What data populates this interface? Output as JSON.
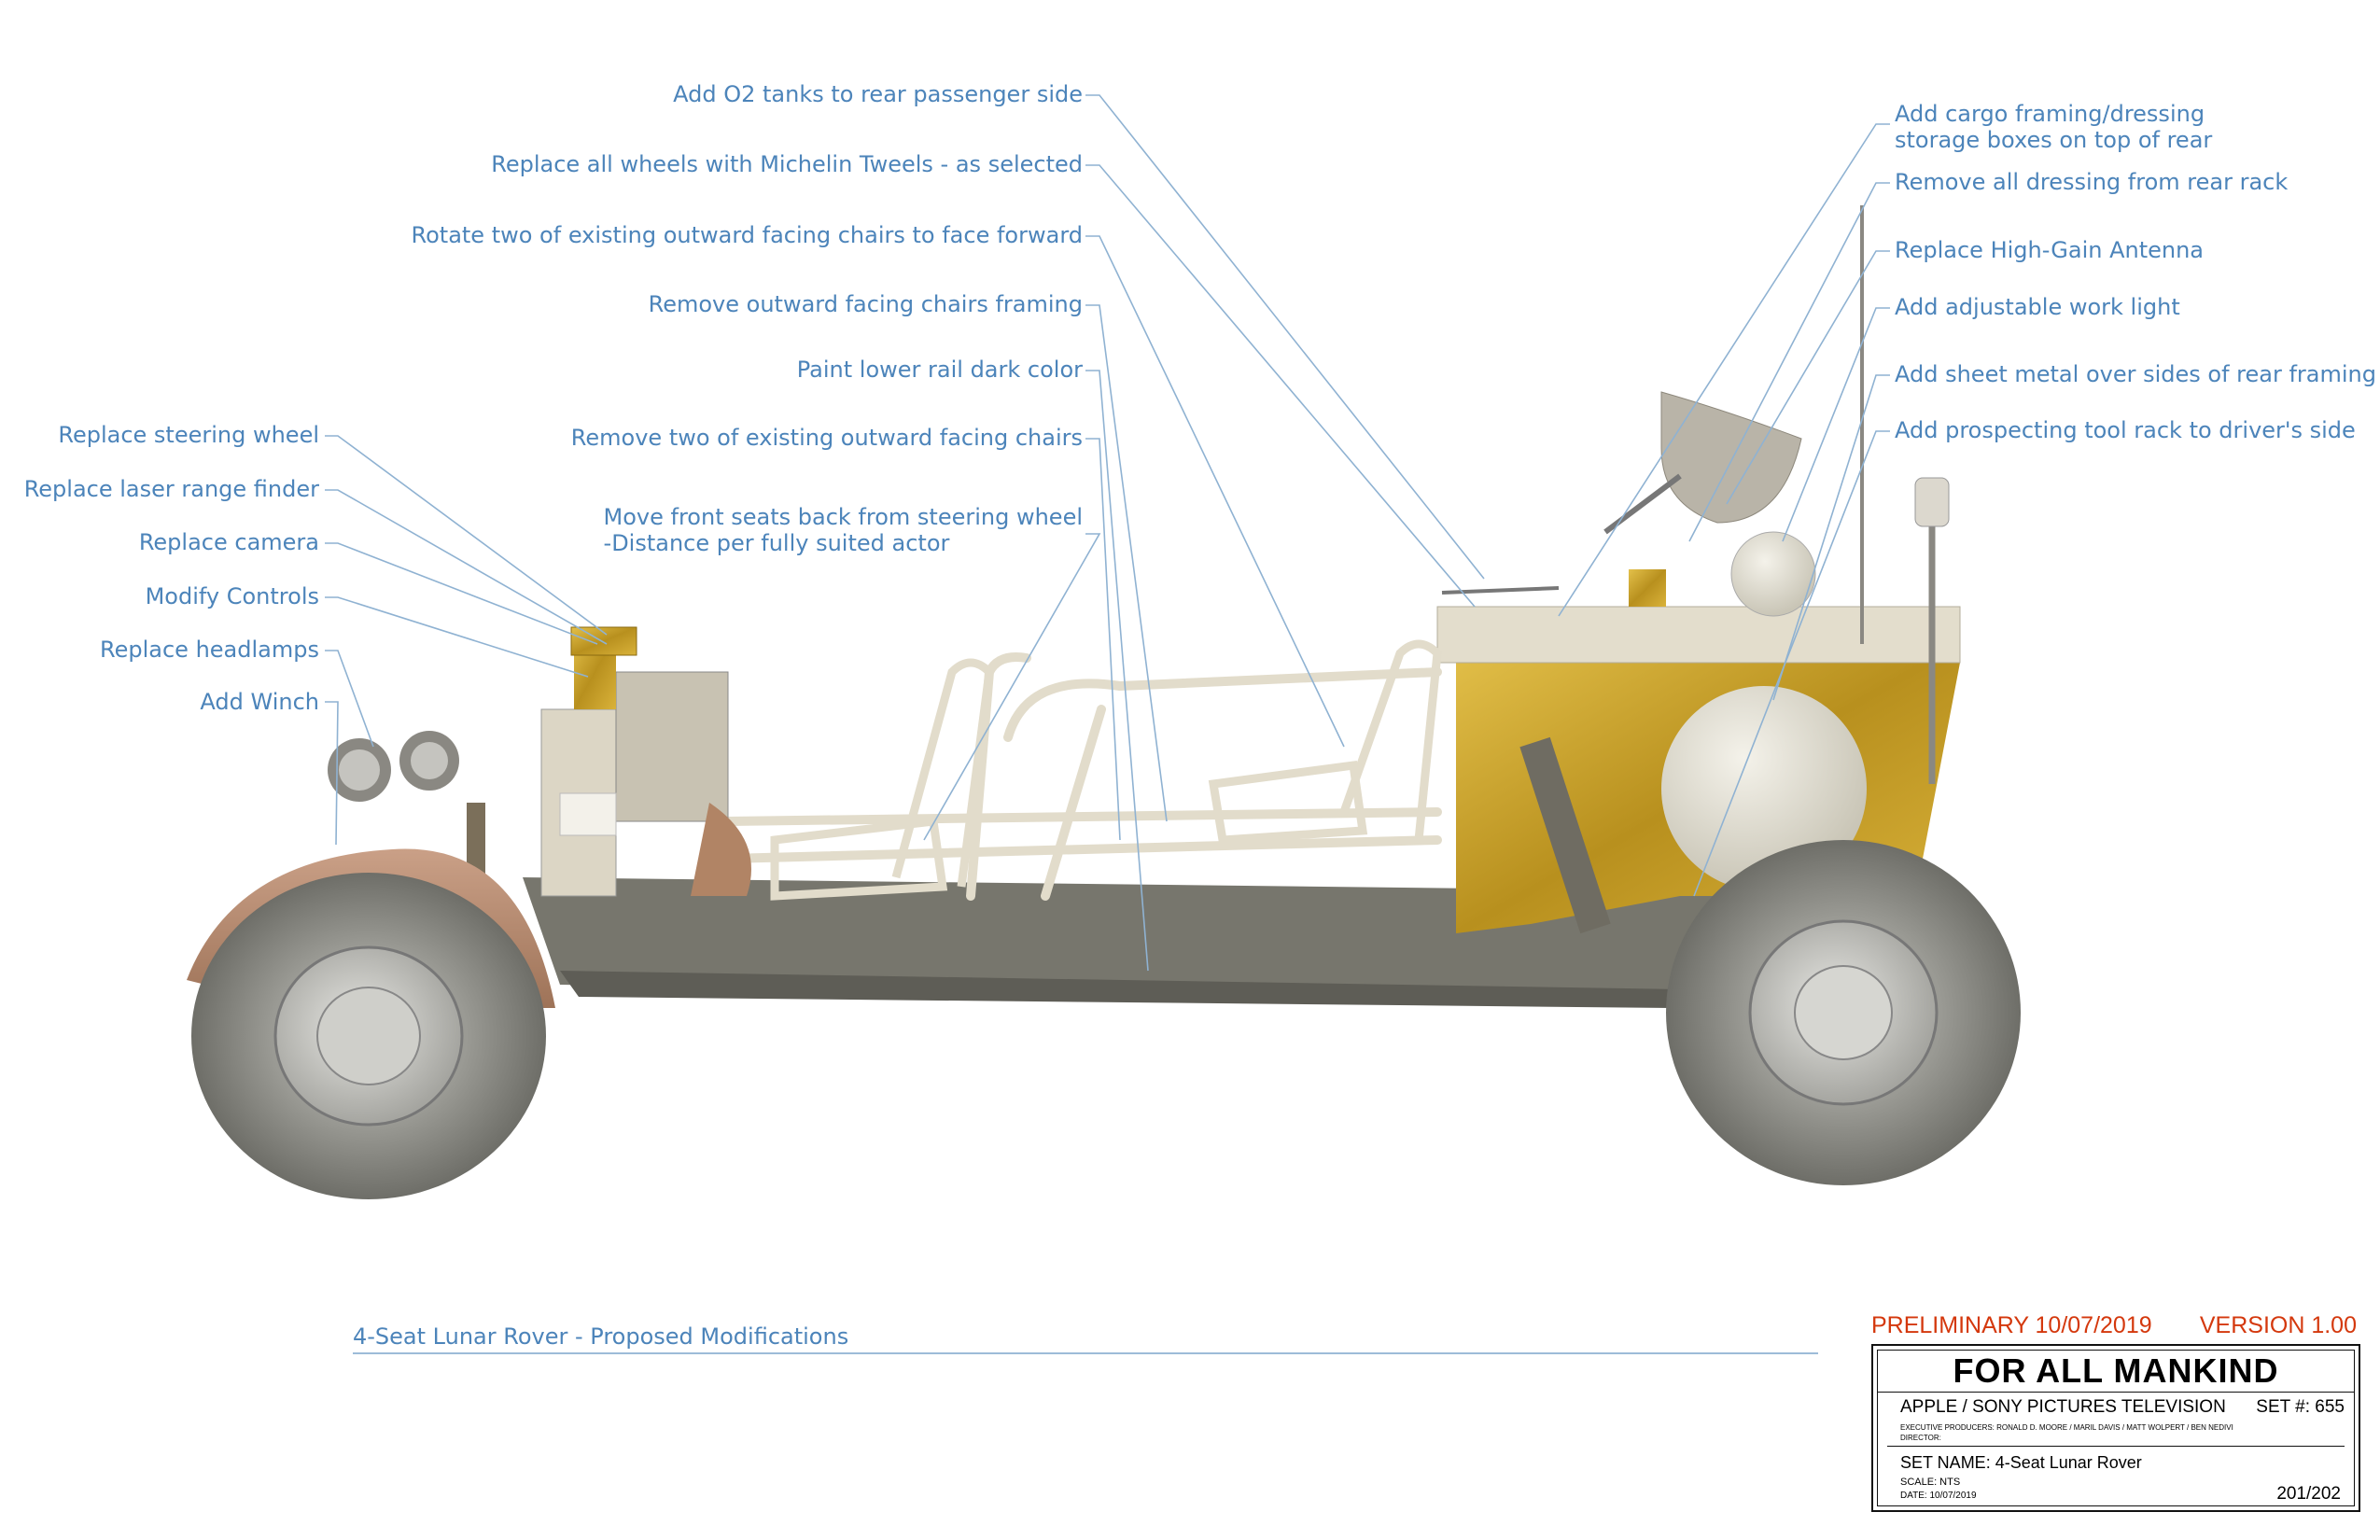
{
  "callouts_left": [
    {
      "id": "steering",
      "text": "Replace steering wheel"
    },
    {
      "id": "laser",
      "text": "Replace laser range finder"
    },
    {
      "id": "camera",
      "text": "Replace camera"
    },
    {
      "id": "controls",
      "text": "Modify Controls"
    },
    {
      "id": "headlamps",
      "text": "Replace headlamps"
    },
    {
      "id": "winch",
      "text": "Add Winch"
    }
  ],
  "callouts_center": [
    {
      "id": "o2",
      "text": "Add O2 tanks to rear passenger side"
    },
    {
      "id": "wheels",
      "text": "Replace all wheels with Michelin Tweels - as selected"
    },
    {
      "id": "rotate",
      "text": "Rotate two of existing outward facing chairs to face forward"
    },
    {
      "id": "framing",
      "text": "Remove outward facing chairs framing"
    },
    {
      "id": "rail",
      "text": "Paint lower rail dark color"
    },
    {
      "id": "removechairs",
      "text": "Remove two of existing outward facing chairs"
    },
    {
      "id": "frontseats",
      "line1": "Move front seats back from steering wheel",
      "line2": "-Distance per fully suited actor"
    }
  ],
  "callouts_right": [
    {
      "id": "cargo",
      "line1": "Add cargo framing/dressing",
      "line2": "storage boxes on top of rear"
    },
    {
      "id": "rack",
      "text": "Remove all dressing from rear rack"
    },
    {
      "id": "antenna",
      "text": "Replace High-Gain Antenna"
    },
    {
      "id": "worklight",
      "text": "Add adjustable work light"
    },
    {
      "id": "sheetmetal",
      "text": "Add sheet metal over sides of rear framing"
    },
    {
      "id": "toolrack",
      "text": "Add prospecting tool rack to driver's side"
    }
  ],
  "caption": "4-Seat Lunar Rover - Proposed Modifications",
  "title_block": {
    "preliminary": "PRELIMINARY 10/07/2019",
    "version": "VERSION 1.00",
    "show_title": "FOR ALL MANKIND",
    "studio": "APPLE / SONY PICTURES TELEVISION",
    "set_number": "SET #:  655",
    "executive_producers": "EXECUTIVE PRODUCERS: RONALD D. MOORE / MARIL DAVIS / MATT WOLPERT / BEN NEDIVI",
    "director": "DIRECTOR:",
    "set_name": "SET NAME:  4-Seat Lunar Rover",
    "scale": "SCALE:  NTS",
    "date": "DATE:  10/07/2019",
    "sheet": "201/202"
  },
  "colors": {
    "callout_text": "#4c84ba",
    "leader_line": "#8fb2d2",
    "preliminary": "#d4380d",
    "gold_foil": "#c9a22a",
    "fender": "#b88a6a",
    "tire": "#8a8a85",
    "frame": "#e2dccb"
  }
}
